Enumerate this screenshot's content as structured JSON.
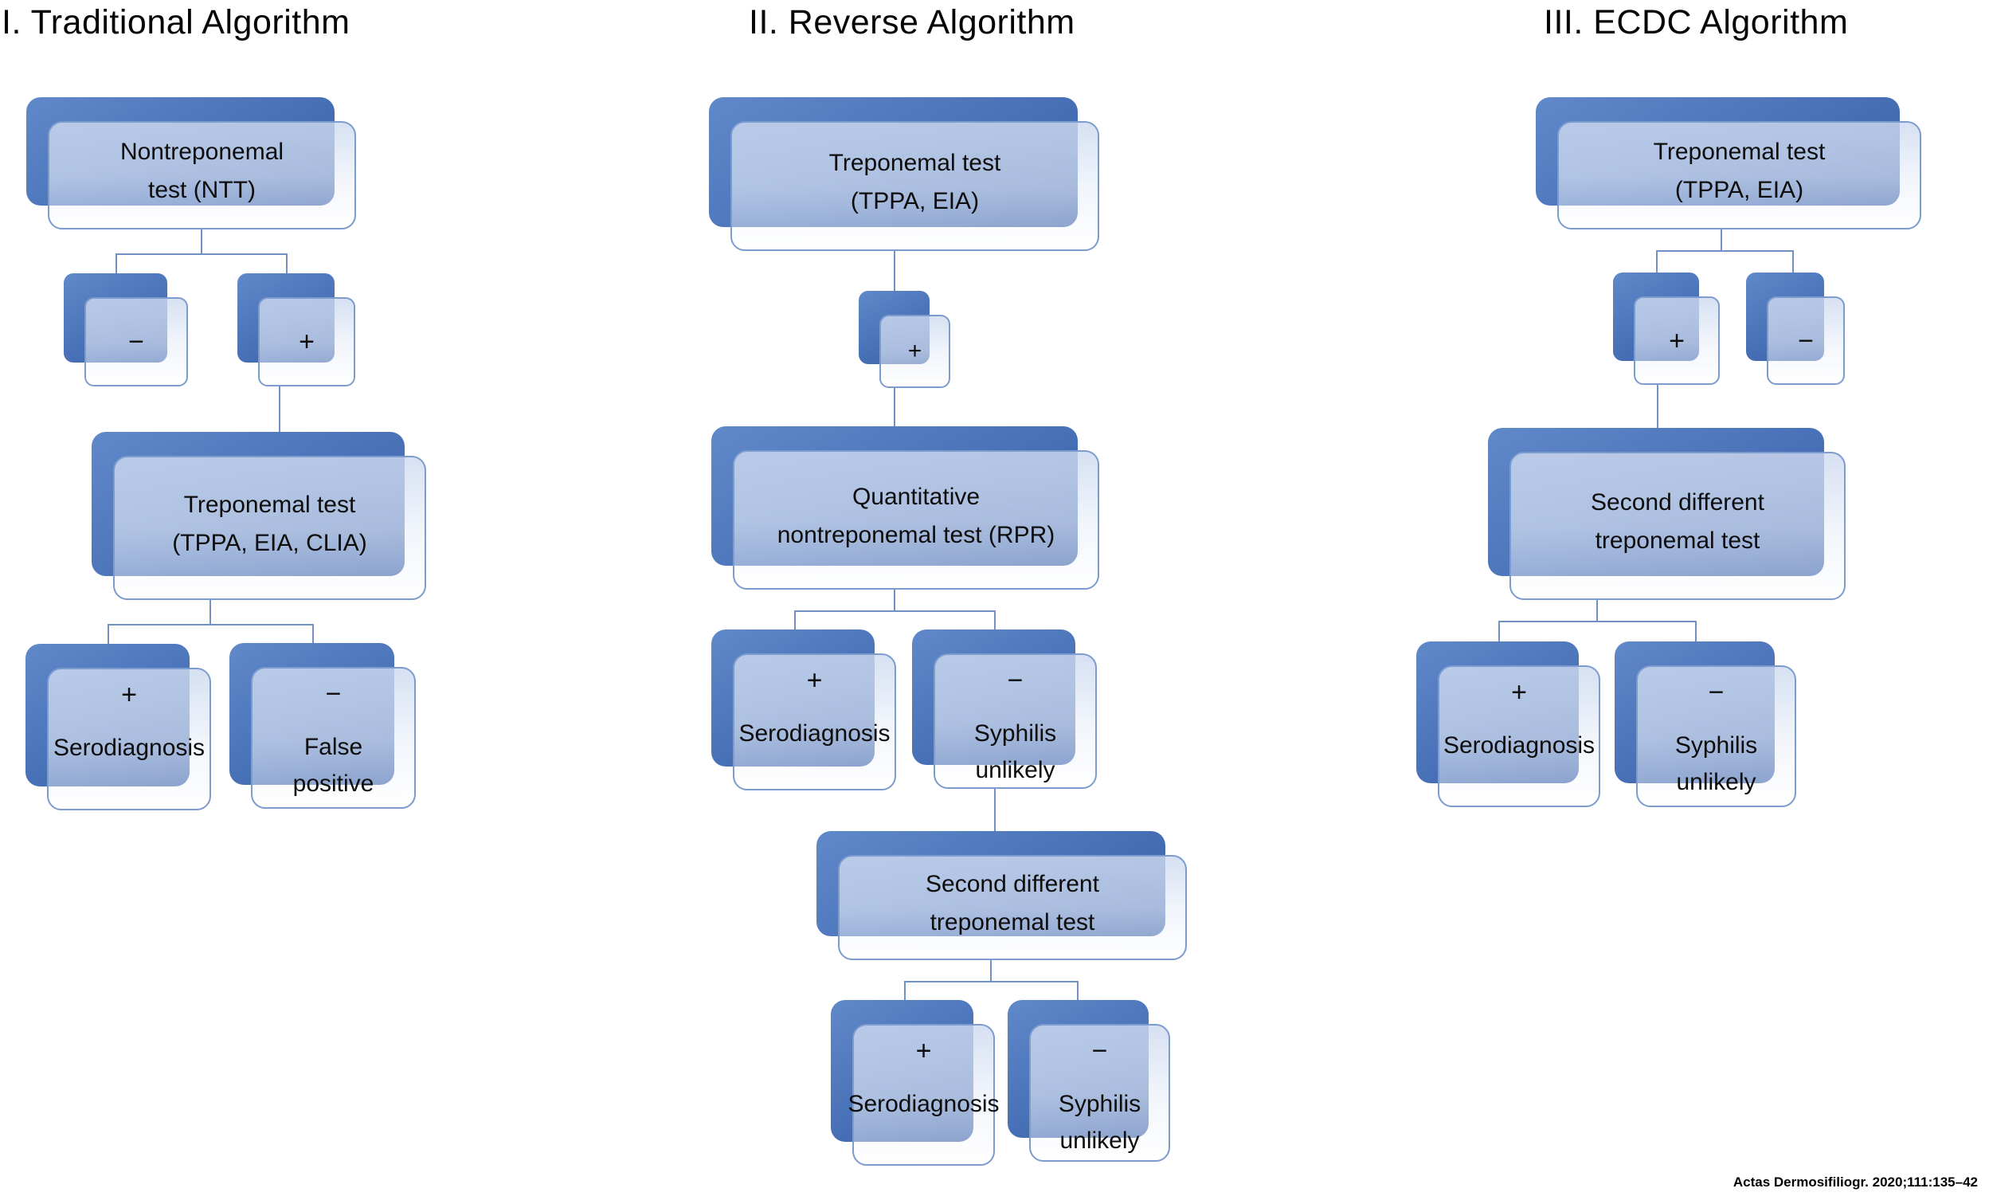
{
  "figure": {
    "citation": "Actas Dermosifiliogr. 2020;111:135–42",
    "col1": {
      "title": "I. Traditional Algorithm",
      "root_l1": "Nontreponemal",
      "root_l2": "test (NTT)",
      "neg_sign": "−",
      "pos_sign": "+",
      "test2_l1": "Treponemal test",
      "test2_l2": "(TPPA, EIA, CLIA)",
      "sero_sign": "+",
      "sero_label": "Serodiagnosis",
      "fp_sign": "−",
      "fp_l1": "False",
      "fp_l2": "positive"
    },
    "col2": {
      "title": "II. Reverse Algorithm",
      "root_l1": "Treponemal test",
      "root_l2": "(TPPA, EIA)",
      "pos_sign": "+",
      "quant_l1": "Quantitative",
      "quant_l2": "nontreponemal test (RPR)",
      "sero_sign": "+",
      "sero_label": "Serodiagnosis",
      "unlikely_sign": "−",
      "unlikely_l1": "Syphilis",
      "unlikely_l2": "unlikely",
      "second_l1": "Second different",
      "second_l2": "treponemal test",
      "sero2_sign": "+",
      "sero2_label": "Serodiagnosis",
      "unlikely2_sign": "−",
      "unlikely2_l1": "Syphilis",
      "unlikely2_l2": "unlikely"
    },
    "col3": {
      "title": "III. ECDC Algorithm",
      "root_l1": "Treponemal test",
      "root_l2": "(TPPA, EIA)",
      "pos_sign": "+",
      "neg_sign": "−",
      "second_l1": "Second different",
      "second_l2": "treponemal test",
      "sero_sign": "+",
      "sero_label": "Serodiagnosis",
      "unlikely_sign": "−",
      "unlikely_l1": "Syphilis",
      "unlikely_l2": "unlikely"
    }
  }
}
